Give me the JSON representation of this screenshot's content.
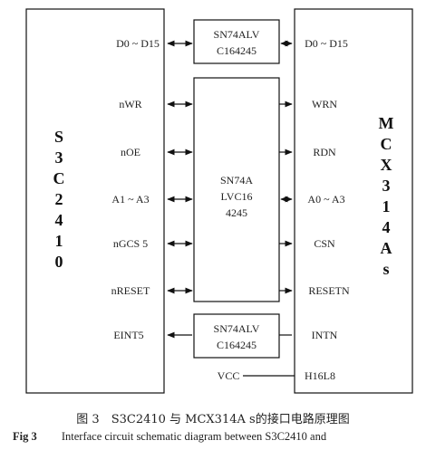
{
  "left_chip": {
    "name_chars": [
      "S",
      "3",
      "C",
      "2",
      "4",
      "1",
      "0"
    ]
  },
  "right_chip": {
    "name_chars": [
      "M",
      "C",
      "X",
      "3",
      "1",
      "4",
      "A",
      "s"
    ]
  },
  "top_buffer": {
    "lines": [
      "SN74ALV",
      "C164245"
    ]
  },
  "mid_buffer": {
    "lines": [
      "SN74A",
      "LVC16",
      "4245"
    ]
  },
  "bottom_buffer": {
    "lines": [
      "SN74ALV",
      "C164245"
    ]
  },
  "signals": [
    {
      "left": "D0 ~ D15",
      "right": "D0 ~ D15"
    },
    {
      "left": "nWR",
      "right": "WRN"
    },
    {
      "left": "nOE",
      "right": "RDN"
    },
    {
      "left": "A1 ~ A3",
      "right": "A0 ~ A3"
    },
    {
      "left": "nGCS 5",
      "right": "CSN"
    },
    {
      "left": "nRESET",
      "right": "RESETN"
    },
    {
      "left": "EINT5",
      "right": "INTN"
    }
  ],
  "vcc": {
    "left": "VCC",
    "right": "H16L8"
  },
  "caption": {
    "cn": "图 3　S3C2410 与 MCX314A s的接口电路原理图",
    "en_label": "Fig 3",
    "en_text": "Interface circuit schematic diagram between S3C2410 and"
  }
}
